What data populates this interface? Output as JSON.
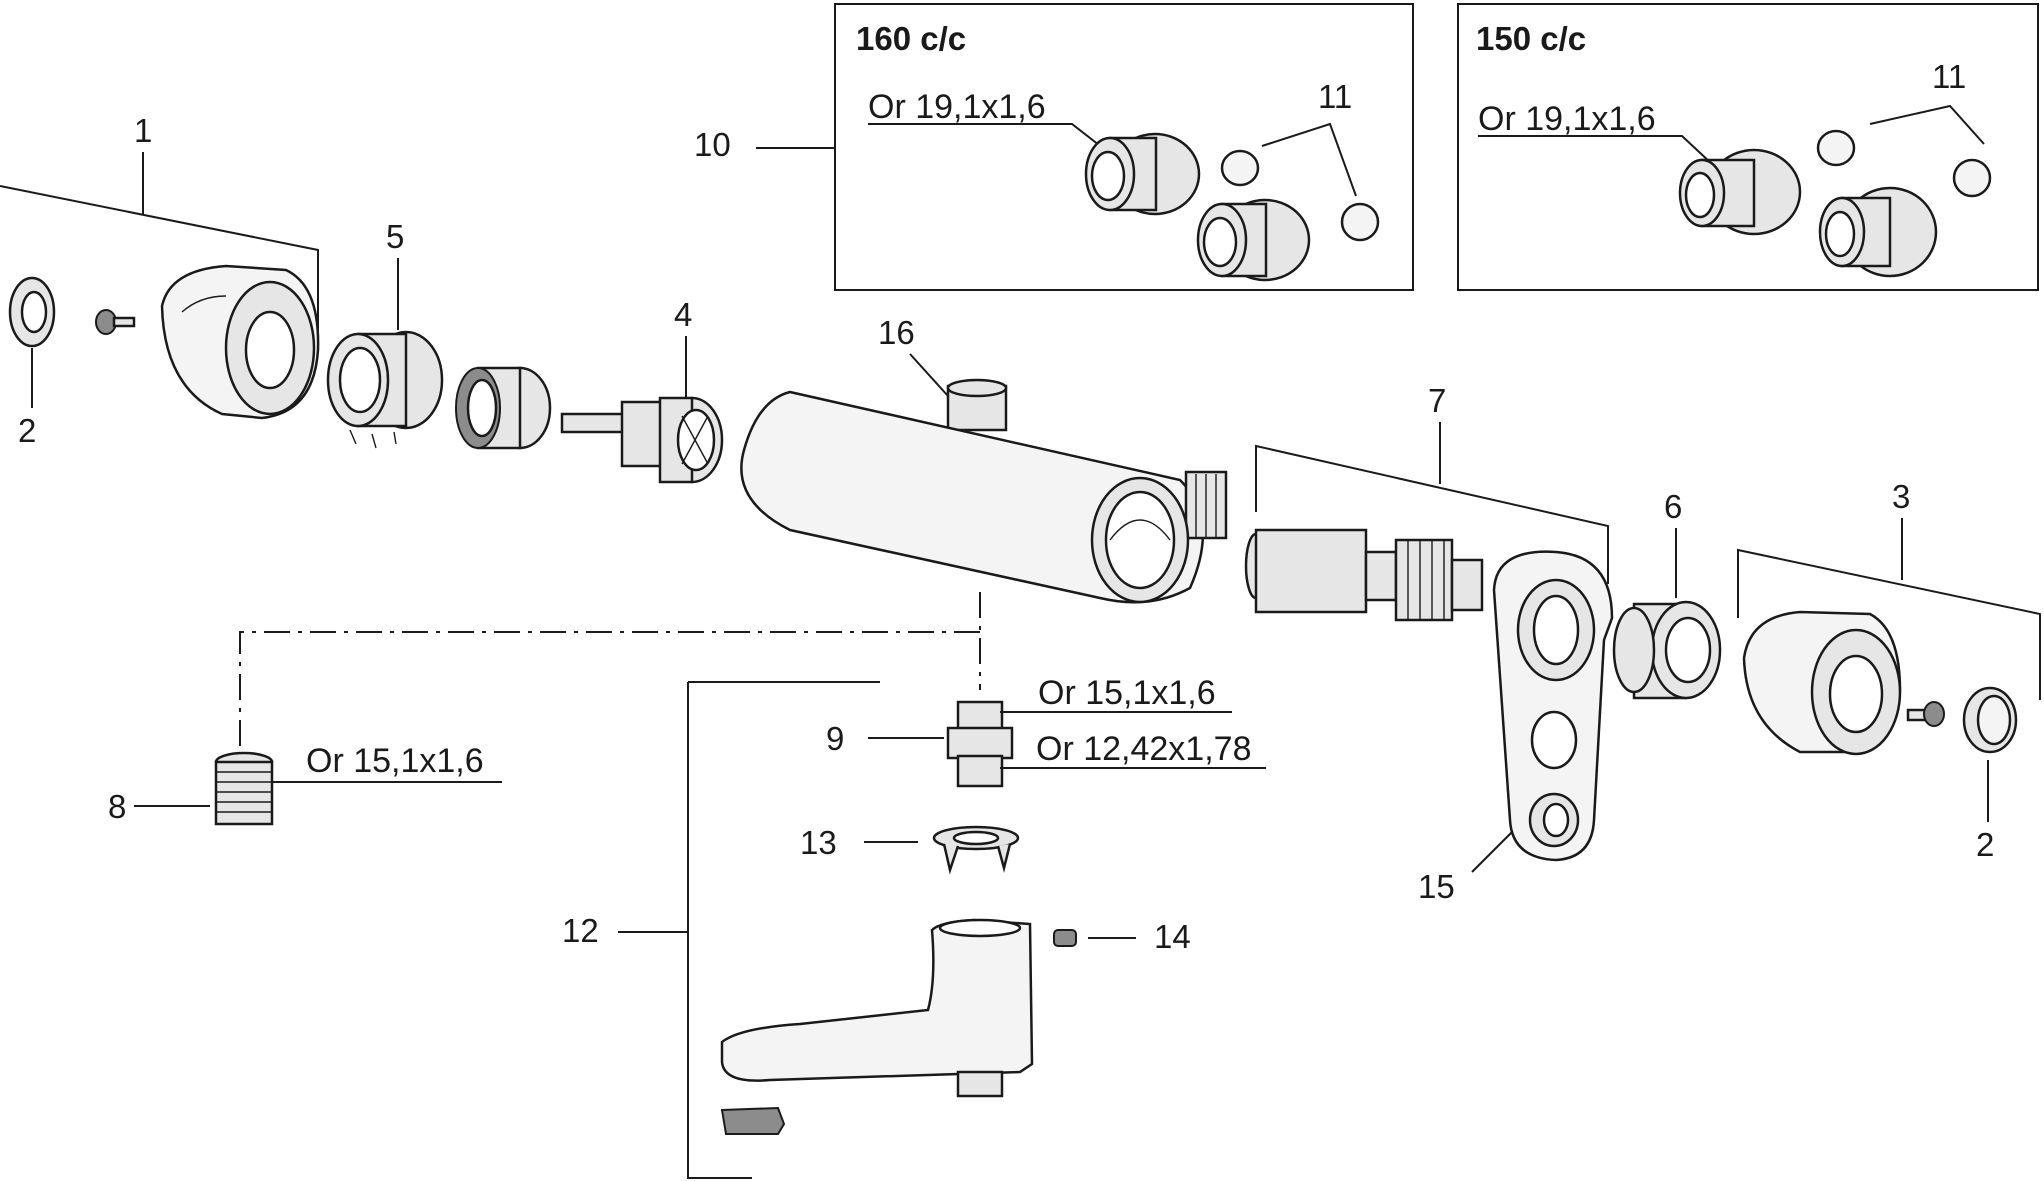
{
  "panels": {
    "left_header": "160 c/c",
    "right_header": "150 c/c"
  },
  "callouts": {
    "n1": "1",
    "n2a": "2",
    "n2b": "2",
    "n3": "3",
    "n4": "4",
    "n5": "5",
    "n6": "6",
    "n7": "7",
    "n8": "8",
    "n9": "9",
    "n10": "10",
    "n11a": "11",
    "n11b": "11",
    "n12": "12",
    "n13": "13",
    "n14": "14",
    "n15": "15",
    "n16": "16"
  },
  "orings": {
    "panel_left": "Or 19,1x1,6",
    "panel_right": "Or 19,1x1,6",
    "part9_top": "Or 15,1x1,6",
    "part9_bottom": "Or 12,42x1,78",
    "part8": "Or 15,1x1,6"
  }
}
